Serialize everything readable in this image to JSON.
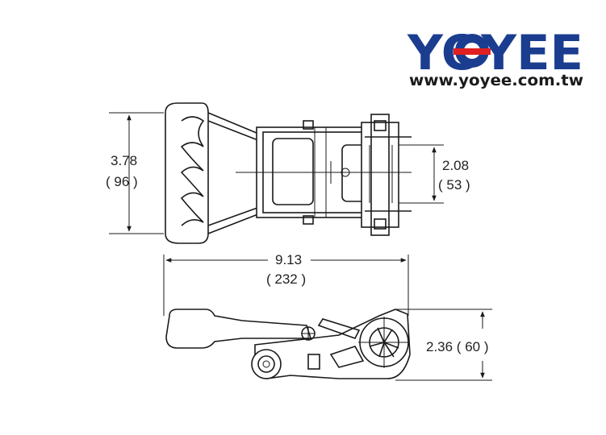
{
  "brand": {
    "logo_text": "YOYEE",
    "url": "www.yoyee.com.tw",
    "primary_color": "#1b3d8f",
    "accent_color": "#e02020"
  },
  "dimensions": {
    "height_in": "3.78",
    "height_mm": "( 96 )",
    "strap_in": "2.08",
    "strap_mm": "( 53 )",
    "length_in": "9.13",
    "length_mm": "( 232 )",
    "side_height": "2.36  ( 60 )"
  }
}
